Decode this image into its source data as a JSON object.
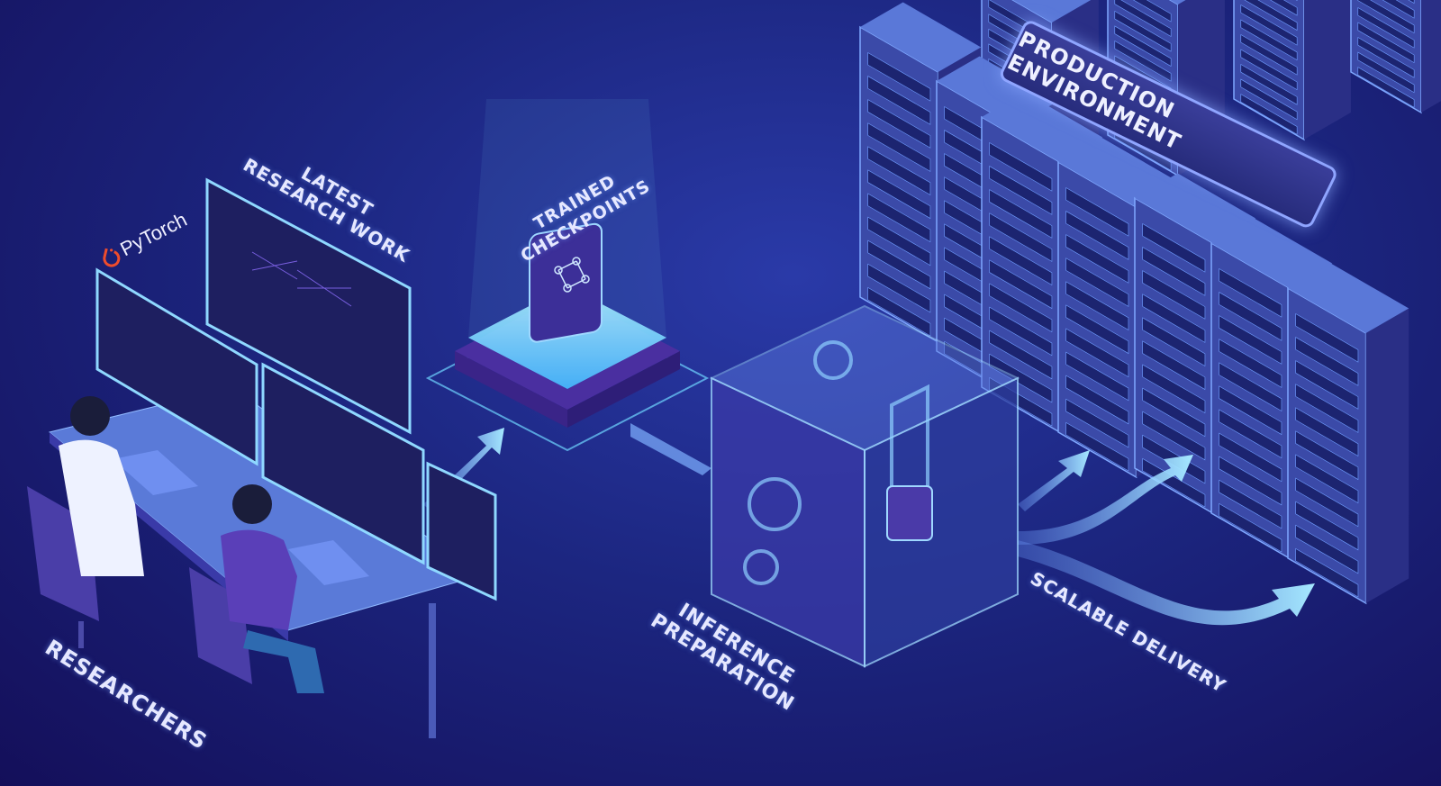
{
  "title": "Research to Production Pipeline",
  "labels": {
    "pytorch": "PyTorch",
    "research_line1": "Latest",
    "research_line2": "Research Work",
    "checkpoints_line1": "Trained",
    "checkpoints_line2": "Checkpoints",
    "production": "PRODUCTION ENVIRONMENT",
    "inference_line1": "Inference",
    "inference_line2": "Preparation",
    "delivery": "Scalable Delivery",
    "researchers": "Researchers"
  },
  "colors": {
    "background": "#1c2680",
    "glow": "#7fe3ff",
    "rack_front": "#3b4aa8",
    "rack_side": "#2a2f86",
    "accent_purple": "#6a3fc0",
    "pytorch": "#ee4c2c"
  }
}
